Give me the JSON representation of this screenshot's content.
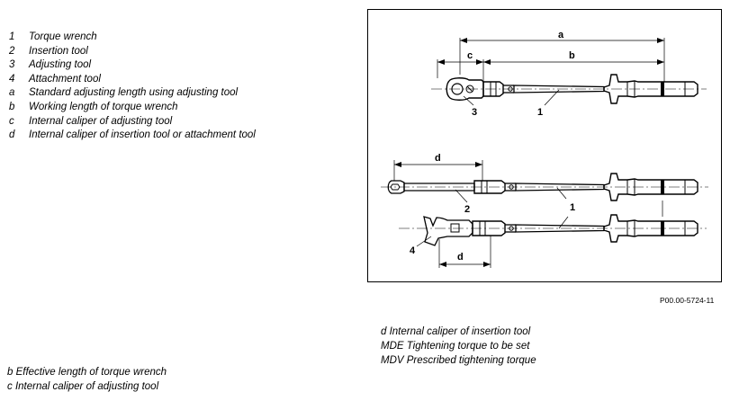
{
  "legend": [
    {
      "key": "1",
      "text": "Torque wrench"
    },
    {
      "key": "2",
      "text": "Insertion tool"
    },
    {
      "key": "3",
      "text": "Adjusting tool"
    },
    {
      "key": "4",
      "text": "Attachment tool"
    },
    {
      "key": "a",
      "text": "Standard adjusting length using adjusting tool"
    },
    {
      "key": "b",
      "text": "Working length of torque wrench"
    },
    {
      "key": "c",
      "text": "Internal caliper of adjusting tool"
    },
    {
      "key": "d",
      "text": "Internal caliper of insertion tool or attachment tool"
    }
  ],
  "figure": {
    "id": "P00.00-5724-11",
    "labels": {
      "a": "a",
      "b": "b",
      "c": "c",
      "d": "d",
      "n1": "1",
      "n2": "2",
      "n3": "3",
      "n4": "4"
    }
  },
  "notes_right": [
    "d Internal caliper of insertion tool",
    "MDE Tightening torque to be set",
    "MDV Prescribed tightening torque"
  ],
  "notes_left": [
    "b Effective length of torque wrench",
    "c Internal caliper of adjusting tool"
  ]
}
